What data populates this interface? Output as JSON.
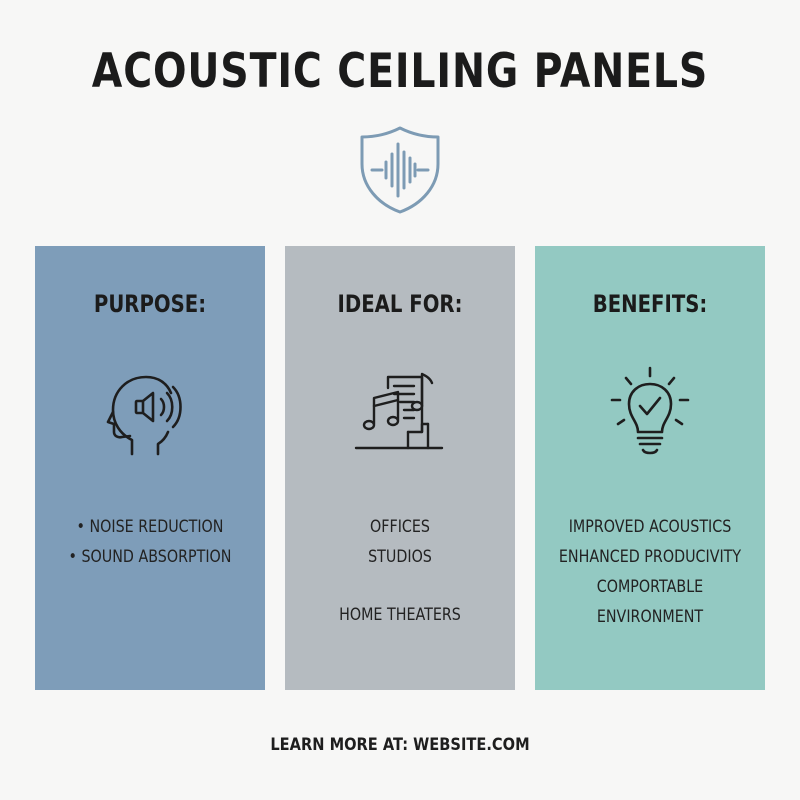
{
  "title": "ACOUSTIC CEILING PANELS",
  "logo_icon": "shield-soundwave-icon",
  "colors": {
    "background": "#f7f7f6",
    "purpose_card": "#7e9db9",
    "ideal_card": "#b5bbc0",
    "benefits_card": "#93c9c2",
    "logo_stroke": "#7d9bb4"
  },
  "cards": [
    {
      "heading": "PURPOSE:",
      "icon": "head-speaker-icon",
      "items": [
        "• NOISE REDUCTION",
        "• SOUND ABSORPTION"
      ]
    },
    {
      "heading": "IDEAL FOR:",
      "icon": "music-sheet-icon",
      "items": [
        "OFFICES",
        "STUDIOS",
        "HOME THEATERS"
      ]
    },
    {
      "heading": "BENEFITS:",
      "icon": "lightbulb-check-icon",
      "items": [
        "IMPROVED ACOUSTICS",
        "ENHANCED PRODUCIVITY",
        "COMPORTABLE",
        "ENVIRONMENT"
      ]
    }
  ],
  "footer": "LEARN MORE AT: WEBSITE.COM"
}
